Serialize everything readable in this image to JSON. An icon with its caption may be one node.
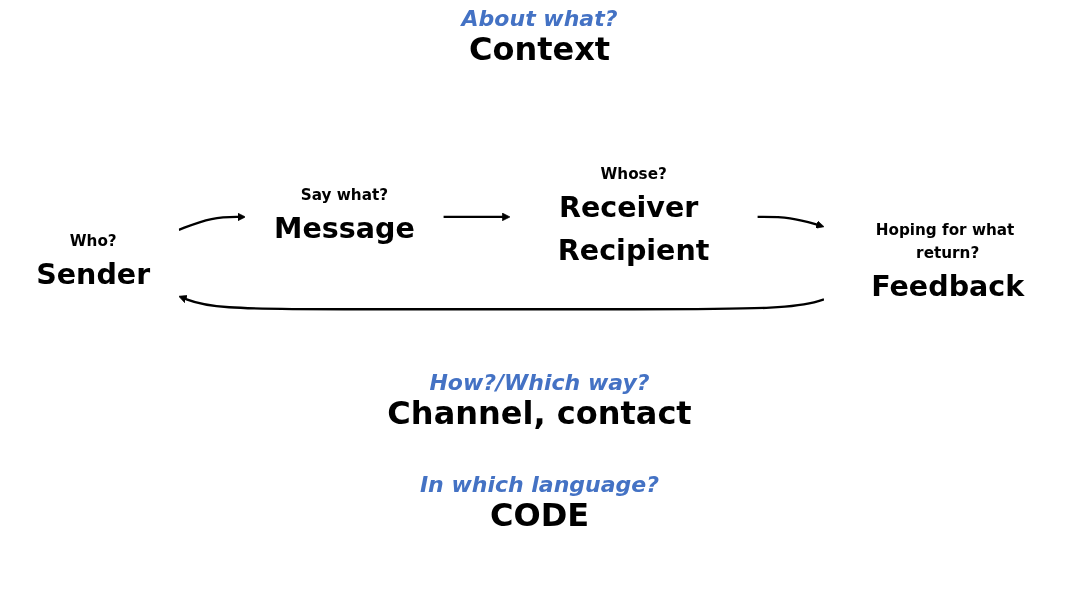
{
  "diagram": {
    "nodes": [
      {
        "text": [
          "Who?",
          "Sender"
        ]
      },
      {
        "text": [
          "Say what?",
          "Message"
        ]
      },
      {
        "text": [
          "Whose?",
          "Receiver Recipient"
        ]
      },
      {
        "text": [
          "Hoping for what return?",
          "Feedback"
        ]
      }
    ],
    "edges": [
      {
        "from": 0,
        "to": 1,
        "arrow": "to"
      },
      {
        "from": 1,
        "to": 2,
        "arrow": "to"
      },
      {
        "from": 2,
        "to": 3,
        "arrow": "to"
      },
      {
        "from": 3,
        "to": 0,
        "arrow": "to"
      }
    ],
    "labels": [
      "About what?",
      "Context",
      "How?/Which way?",
      "Channel, contact",
      "In which language?",
      "CODE"
    ]
  }
}
